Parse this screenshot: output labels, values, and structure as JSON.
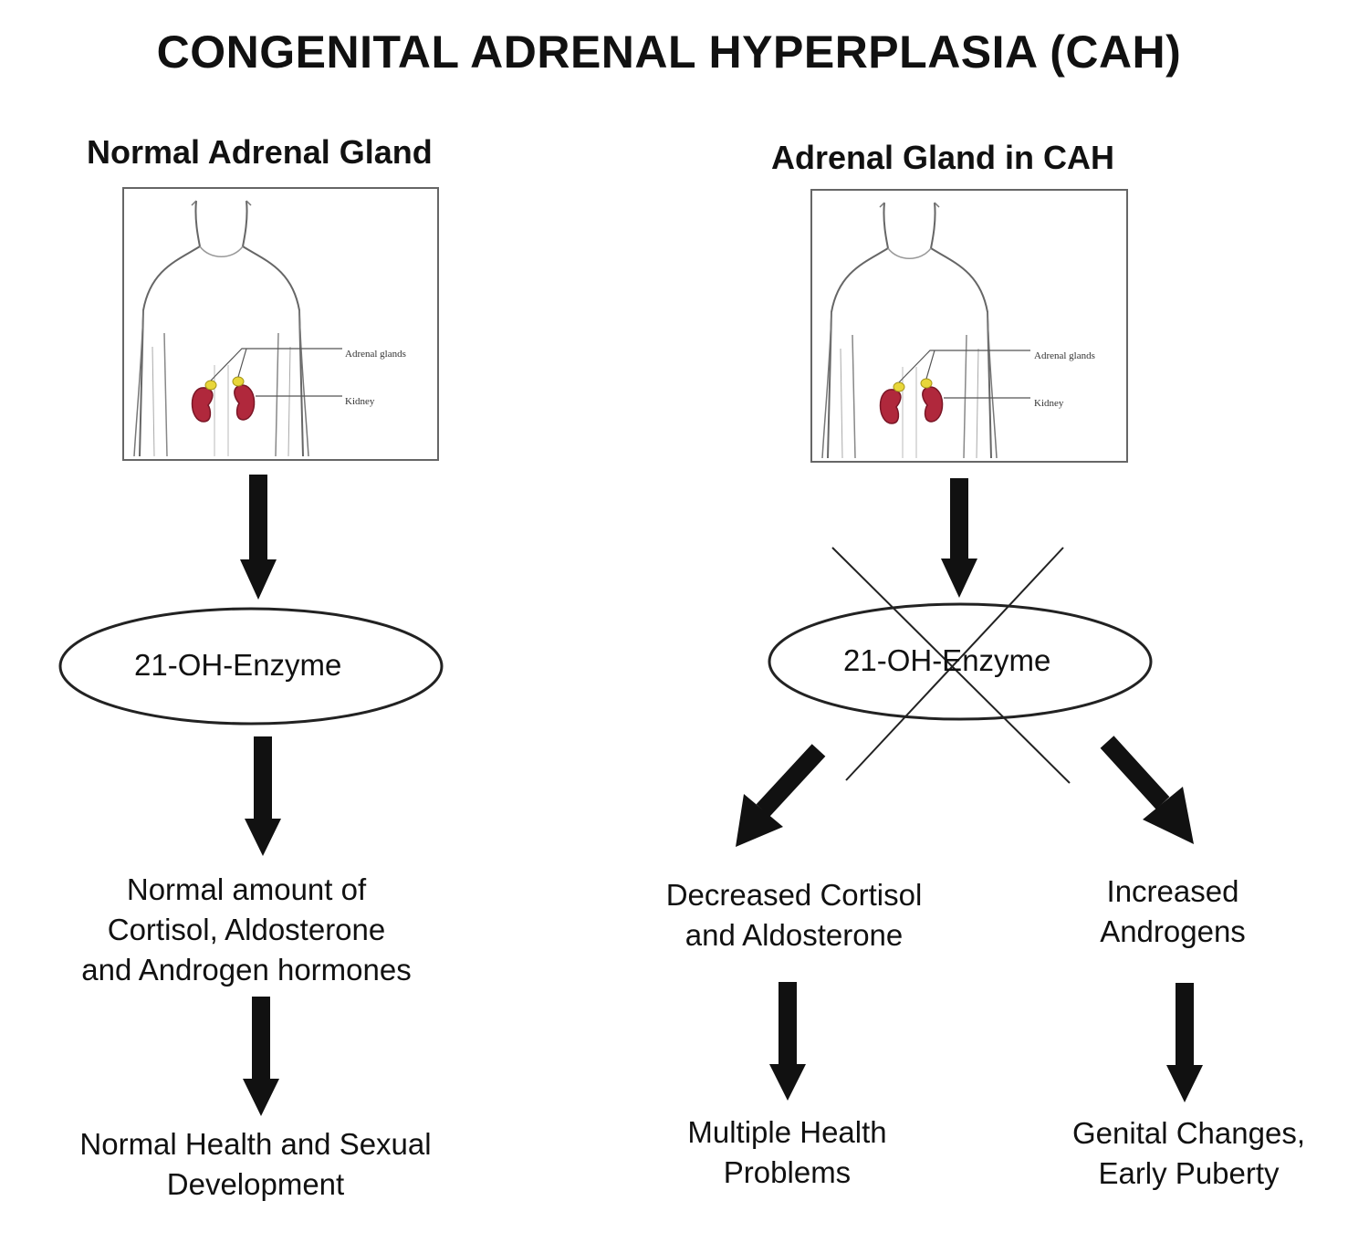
{
  "title": "CONGENITAL ADRENAL HYPERPLASIA (CAH)",
  "normal": {
    "heading": "Normal Adrenal Gland",
    "illustration": {
      "adrenal_label": "Adrenal glands",
      "kidney_label": "Kidney"
    },
    "enzyme": "21-OH-Enzyme",
    "result": "Normal amount of\nCortisol, Aldosterone\nand Androgen hormones",
    "outcome": "Normal Health and Sexual\nDevelopment"
  },
  "cah": {
    "heading": "Adrenal Gland in CAH",
    "illustration": {
      "adrenal_label": "Adrenal glands",
      "kidney_label": "Kidney"
    },
    "enzyme": "21-OH-Enzyme",
    "left_result": "Decreased Cortisol\nand Aldosterone",
    "left_outcome": "Multiple Health\nProblems",
    "right_result": "Increased\nAndrogens",
    "right_outcome": "Genital Changes,\nEarly Puberty"
  },
  "colors": {
    "arrow": "#111111",
    "kidney": "#b0283c",
    "adrenal": "#e8d63a",
    "outline": "#555555"
  }
}
